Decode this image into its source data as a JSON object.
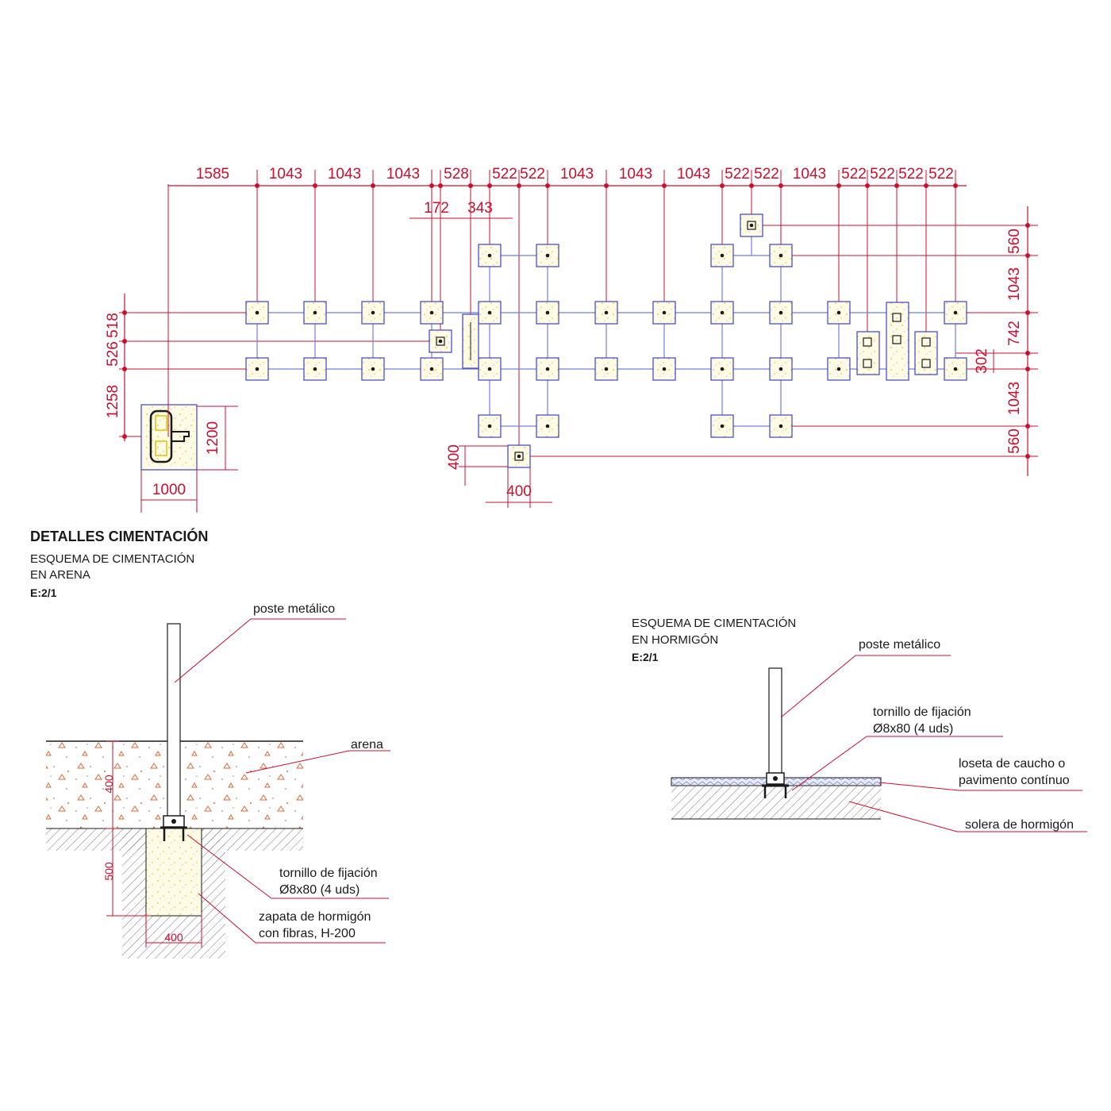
{
  "colors": {
    "dimension": "#c8102e",
    "footing_outline": "#3b43c9",
    "grid_line": "#6f7fe0",
    "footing_fill": "#f6f3c8",
    "ink": "#1a1a1a"
  },
  "plan": {
    "top_dims": [
      "1585",
      "1043",
      "1043",
      "1043",
      "528",
      "522",
      "522",
      "1043",
      "1043",
      "1043",
      "522",
      "522",
      "1043",
      "522",
      "522",
      "522",
      "522"
    ],
    "sub_dims": [
      "172",
      "343"
    ],
    "right_dims": [
      "560",
      "1043",
      "742",
      "302",
      "1043",
      "560"
    ],
    "left_dims": [
      "526",
      "518",
      "1258"
    ],
    "swing_width": "1000",
    "swing_height": "1200",
    "small_w": "400",
    "small_h": "400"
  },
  "detail": {
    "title": "DETALLES CIMENTACIÓN",
    "sand": {
      "subtitle_line1": "ESQUEMA DE CIMENTACIÓN",
      "subtitle_line2": "EN ARENA",
      "scale": "E:2/1",
      "post_label": "poste metálico",
      "sand_label": "arena",
      "bolt_line1": "tornillo de fijación",
      "bolt_line2": "Ø8x80 (4 uds)",
      "footing_line1": "zapata de hormigón",
      "footing_line2": "con fibras, H-200",
      "dim_sand": "400",
      "dim_footing": "500",
      "dim_width": "400"
    },
    "concrete": {
      "subtitle_line1": "ESQUEMA DE CIMENTACIÓN",
      "subtitle_line2": "EN HORMIGÓN",
      "scale": "E:2/1",
      "post_label": "poste metálico",
      "bolt_line1": "tornillo de fijación",
      "bolt_line2": "Ø8x80 (4 uds)",
      "tile_line1": "loseta de caucho o",
      "tile_line2": "pavimento contínuo",
      "slab_label": "solera de hormigón"
    }
  }
}
